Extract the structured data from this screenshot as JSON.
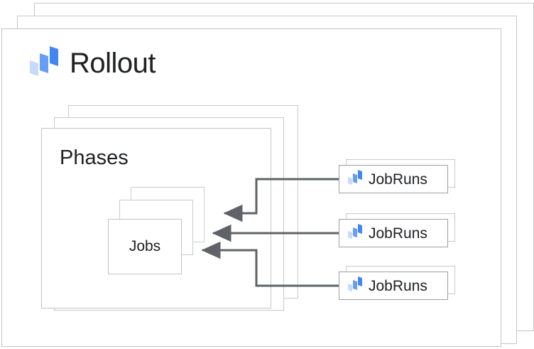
{
  "diagram": {
    "type": "nested-resource-hierarchy",
    "background_color": "#ffffff",
    "brand_colors": {
      "logo_dark_blue": "#4285f4",
      "logo_mid_blue": "#669df6",
      "logo_light_blue": "#c6dafc",
      "card_border": "#c4c4c4",
      "chip_border": "#9e9e9e",
      "arrow": "#5f6368",
      "text": "#202124"
    }
  },
  "rollout": {
    "title": "Rollout",
    "icon": "rollout-logo-icon",
    "stack_count": 3
  },
  "phases": {
    "title": "Phases",
    "stack_count": 3
  },
  "jobs": {
    "title": "Jobs",
    "stack_count": 3
  },
  "job_runs": [
    {
      "label": "JobRuns",
      "icon": "rollout-logo-icon",
      "connector": "elbow-down-left"
    },
    {
      "label": "JobRuns",
      "icon": "rollout-logo-icon",
      "connector": "straight-left"
    },
    {
      "label": "JobRuns",
      "icon": "rollout-logo-icon",
      "connector": "elbow-up-left"
    }
  ]
}
